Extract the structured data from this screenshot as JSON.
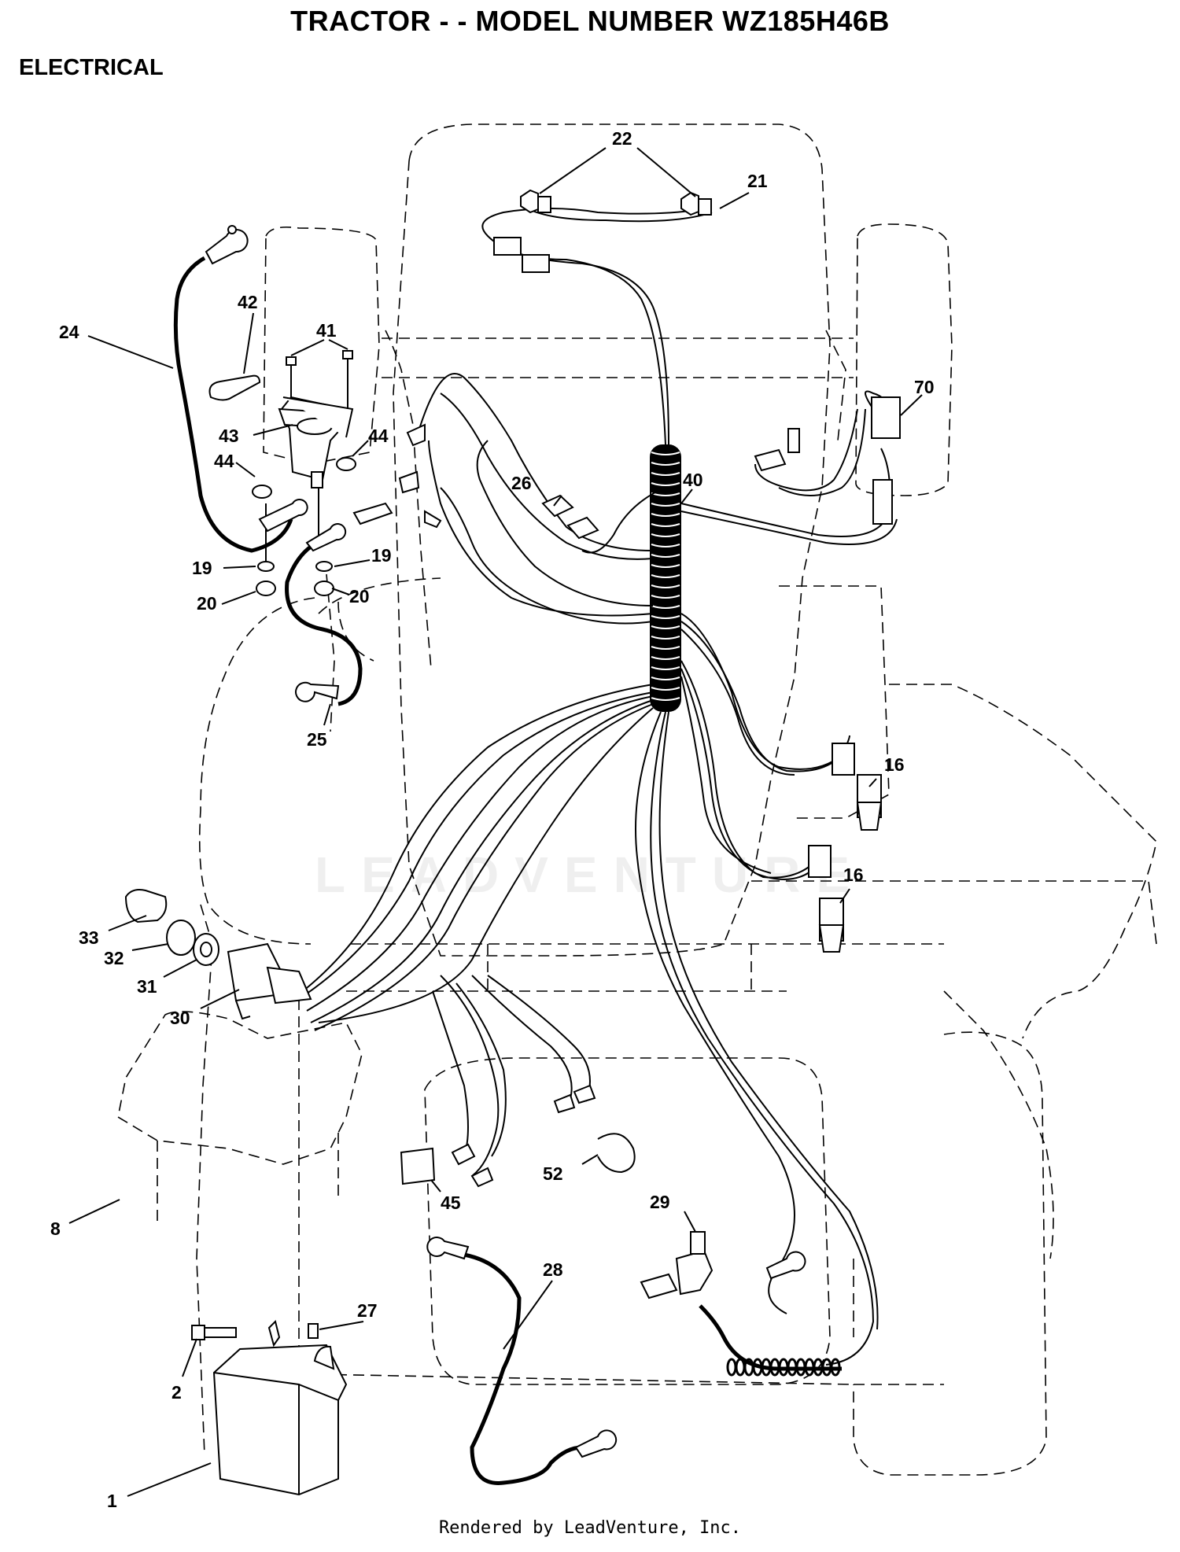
{
  "title": "TRACTOR - - MODEL NUMBER WZ185H46B",
  "section": "ELECTRICAL",
  "footer": "Rendered by LeadVenture, Inc.",
  "watermark": "LEADVENTURE",
  "callouts": [
    {
      "id": "c22",
      "label": "22"
    },
    {
      "id": "c21",
      "label": "21"
    },
    {
      "id": "c42",
      "label": "42"
    },
    {
      "id": "c41",
      "label": "41"
    },
    {
      "id": "c24",
      "label": "24"
    },
    {
      "id": "c70",
      "label": "70"
    },
    {
      "id": "c43",
      "label": "43"
    },
    {
      "id": "c44a",
      "label": "44"
    },
    {
      "id": "c44b",
      "label": "44"
    },
    {
      "id": "c26",
      "label": "26"
    },
    {
      "id": "c40",
      "label": "40"
    },
    {
      "id": "c19a",
      "label": "19"
    },
    {
      "id": "c19b",
      "label": "19"
    },
    {
      "id": "c20a",
      "label": "20"
    },
    {
      "id": "c20b",
      "label": "20"
    },
    {
      "id": "c25",
      "label": "25"
    },
    {
      "id": "c16a",
      "label": "16"
    },
    {
      "id": "c16b",
      "label": "16"
    },
    {
      "id": "c33",
      "label": "33"
    },
    {
      "id": "c32",
      "label": "32"
    },
    {
      "id": "c31",
      "label": "31"
    },
    {
      "id": "c30",
      "label": "30"
    },
    {
      "id": "c52",
      "label": "52"
    },
    {
      "id": "c45",
      "label": "45"
    },
    {
      "id": "c8",
      "label": "8"
    },
    {
      "id": "c29",
      "label": "29"
    },
    {
      "id": "c28",
      "label": "28"
    },
    {
      "id": "c27",
      "label": "27"
    },
    {
      "id": "c2",
      "label": "2"
    },
    {
      "id": "c1",
      "label": "1"
    }
  ]
}
